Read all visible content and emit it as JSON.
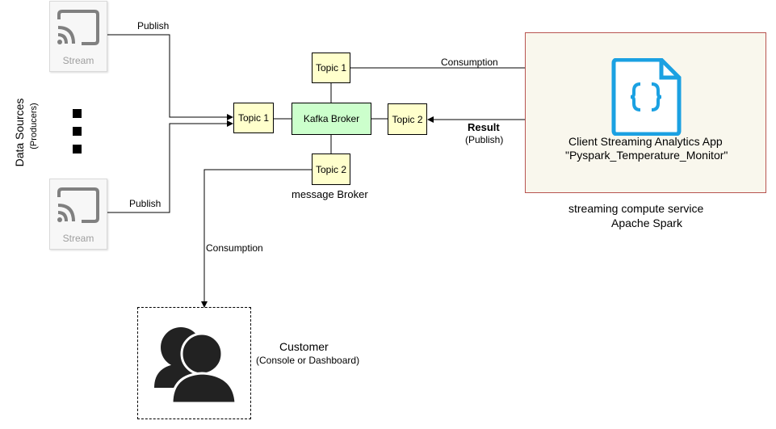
{
  "data_sources": {
    "title": "Data Sources",
    "subtitle": "(Producers)"
  },
  "streams": [
    {
      "label": "Stream"
    },
    {
      "label": "Stream"
    }
  ],
  "edges": {
    "publish_top": "Publish",
    "publish_bottom": "Publish",
    "consumption_top": "Consumption",
    "consumption_bottom": "Consumption",
    "result": "Result",
    "result_sub": "(Publish)"
  },
  "broker": {
    "label": "Kafka Broker",
    "caption": "message Broker",
    "topics": {
      "left": "Topic 1",
      "top": "Topic 1",
      "right": "Topic 2",
      "bottom": "Topic 2"
    }
  },
  "spark": {
    "app_title": "Client Streaming Analytics App",
    "app_name": "\"Pyspark_Temperature_Monitor\"",
    "service_caption_1": "streaming compute service",
    "service_caption_2": "Apache Spark"
  },
  "customer": {
    "title": "Customer",
    "subtitle": "(Console or Dashboard)"
  },
  "colors": {
    "topic_fill": "#ffffcc",
    "broker_fill": "#ccffcc",
    "spark_fill": "#f9f7ed",
    "spark_border": "#b85450",
    "app_icon": "#1ba1e2"
  }
}
